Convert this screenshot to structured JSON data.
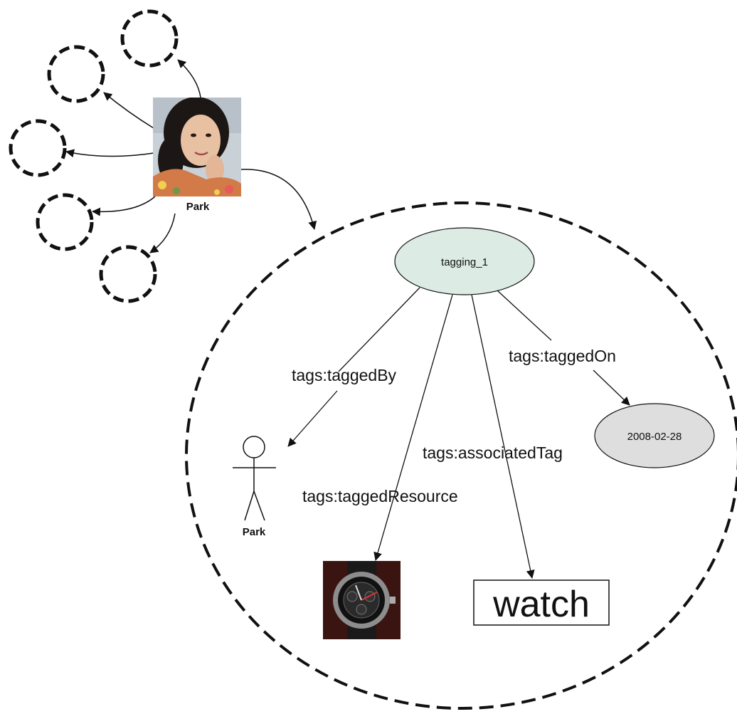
{
  "person": {
    "name": "Park",
    "photo_icon": "woman-portrait-photo"
  },
  "tagging": {
    "node_label": "tagging_1",
    "tagged_by_label": "tags:taggedBy",
    "tagged_resource_label": "tags:taggedResource",
    "associated_tag_label": "tags:associatedTag",
    "tagged_on_label": "tags:taggedOn",
    "date": "2008-02-28",
    "tagger_name": "Park",
    "tagger_icon": "stick-figure-icon",
    "resource_icon": "wristwatch-photo",
    "tag_word": "watch"
  },
  "colors": {
    "tagging_fill": "#dcebe4",
    "date_fill": "#dedede",
    "stroke": "#111111"
  }
}
